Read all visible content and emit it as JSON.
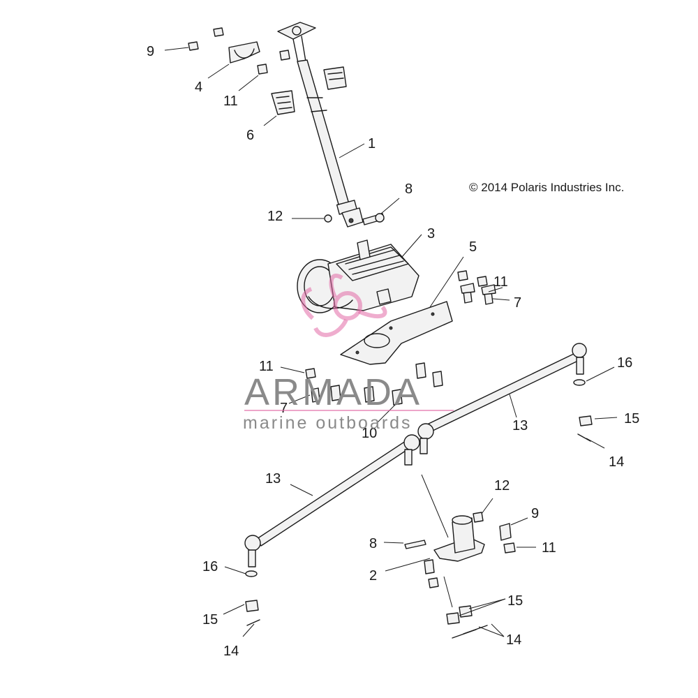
{
  "copyright": "© 2014 Polaris Industries Inc.",
  "watermark": {
    "title": "ARMADA",
    "subtitle": "marine outboards",
    "accent_color": "#e26aa6",
    "text_color": "#8a8a8a"
  },
  "callouts": [
    {
      "id": "c9a",
      "label": "9"
    },
    {
      "id": "c4",
      "label": "4"
    },
    {
      "id": "c11a",
      "label": "11"
    },
    {
      "id": "c6",
      "label": "6"
    },
    {
      "id": "c1",
      "label": "1"
    },
    {
      "id": "c8a",
      "label": "8"
    },
    {
      "id": "c12a",
      "label": "12"
    },
    {
      "id": "c3",
      "label": "3"
    },
    {
      "id": "c5",
      "label": "5"
    },
    {
      "id": "c11b",
      "label": "11"
    },
    {
      "id": "c7a",
      "label": "7"
    },
    {
      "id": "c11c",
      "label": "11"
    },
    {
      "id": "c7b",
      "label": "7"
    },
    {
      "id": "c10",
      "label": "10"
    },
    {
      "id": "c16a",
      "label": "16"
    },
    {
      "id": "c15a",
      "label": "15"
    },
    {
      "id": "c13a",
      "label": "13"
    },
    {
      "id": "c14a",
      "label": "14"
    },
    {
      "id": "c13b",
      "label": "13"
    },
    {
      "id": "c12b",
      "label": "12"
    },
    {
      "id": "c9b",
      "label": "9"
    },
    {
      "id": "c8b",
      "label": "8"
    },
    {
      "id": "c11d",
      "label": "11"
    },
    {
      "id": "c2",
      "label": "2"
    },
    {
      "id": "c16b",
      "label": "16"
    },
    {
      "id": "c15b",
      "label": "15"
    },
    {
      "id": "c15c",
      "label": "15"
    },
    {
      "id": "c14b",
      "label": "14"
    },
    {
      "id": "c14c",
      "label": "14"
    }
  ]
}
